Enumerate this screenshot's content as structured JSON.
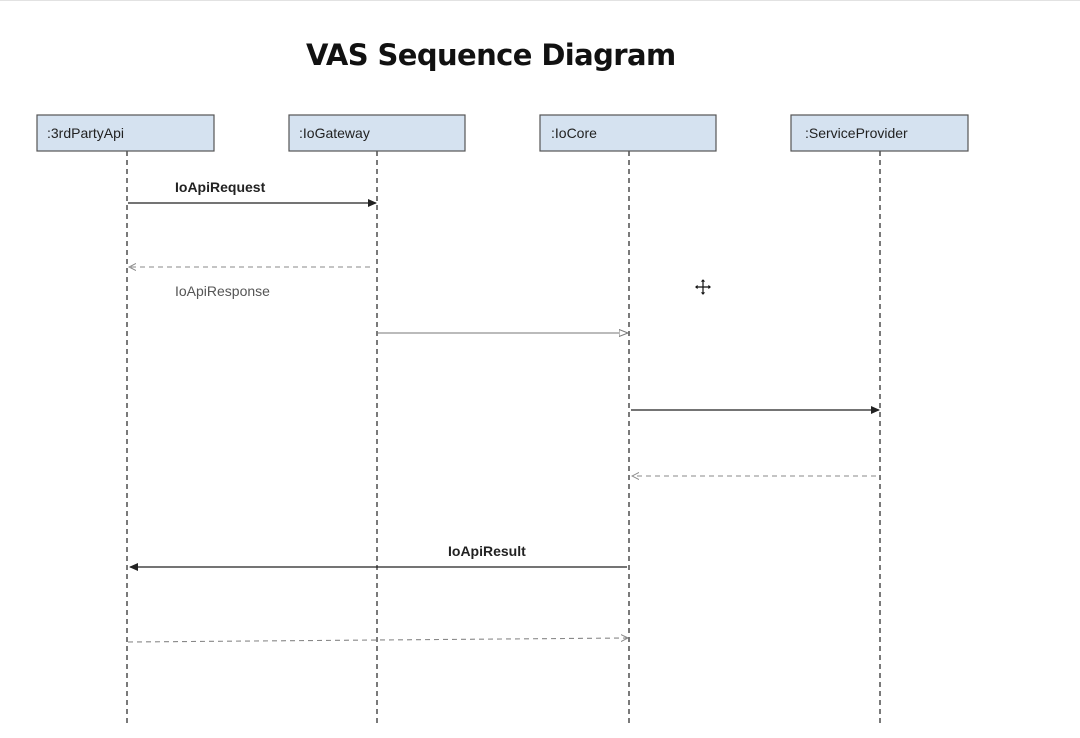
{
  "diagram": {
    "title": "VAS Sequence Diagram",
    "participants": [
      {
        "id": "p1",
        "label": ":3rdPartyApi"
      },
      {
        "id": "p2",
        "label": ":IoGateway"
      },
      {
        "id": "p3",
        "label": ":IoCore"
      },
      {
        "id": "p4",
        "label": ":ServiceProvider"
      }
    ],
    "messages": [
      {
        "from": ":3rdPartyApi",
        "to": ":IoGateway",
        "label": "IoApiRequest",
        "style": "solid"
      },
      {
        "from": ":IoGateway",
        "to": ":3rdPartyApi",
        "label": "IoApiResponse",
        "style": "dashed"
      },
      {
        "from": ":IoGateway",
        "to": ":IoCore",
        "label": "",
        "style": "solid-open"
      },
      {
        "from": ":IoCore",
        "to": ":ServiceProvider",
        "label": "",
        "style": "solid"
      },
      {
        "from": ":ServiceProvider",
        "to": ":IoCore",
        "label": "",
        "style": "dashed"
      },
      {
        "from": ":IoCore",
        "to": ":3rdPartyApi",
        "label": "IoApiResult",
        "style": "solid"
      },
      {
        "from": ":3rdPartyApi",
        "to": ":IoCore",
        "label": "",
        "style": "dashed"
      }
    ]
  },
  "cursor": {
    "icon": "move-cursor-icon"
  }
}
